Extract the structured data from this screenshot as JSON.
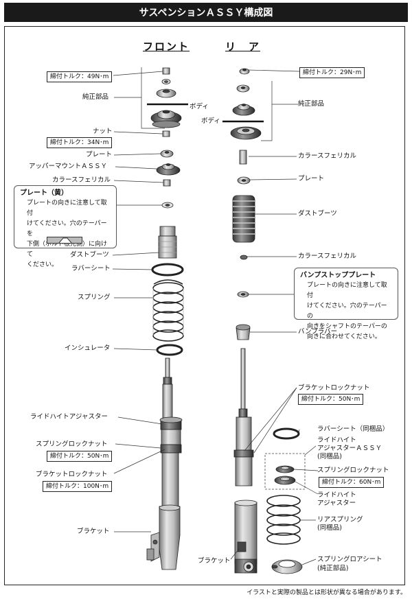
{
  "title": "サスペンションＡＳＳＹ構成図",
  "headers": {
    "front": "フロント",
    "rear": "リ　ア"
  },
  "front": {
    "torque_top": "締付トルク：49N･m",
    "genuine_parts": "純正部品",
    "body": "ボディ",
    "nut": "ナット",
    "torque_nut": "締付トルク：34N･m",
    "plate": "プレート",
    "upper_mount": "アッパーマウントＡＳＳＹ",
    "collar": "カラースフェリカル",
    "dust_boot": "ダストブーツ",
    "rubber_seat": "ラバーシート",
    "spring": "スプリング",
    "insulator": "インシュレータ",
    "ride_height_adjuster": "ライドハイトアジャスター",
    "spring_lock_nut": "スプリングロックナット",
    "torque_spring_lock": "締付トルク：50N･m",
    "bracket_lock_nut": "ブラケットロックナット",
    "torque_bracket": "締付トルク：100N･m",
    "bracket": "ブラケット"
  },
  "front_note": {
    "title": "プレート（黄）",
    "body": "プレートの向きに注意して取付\nけてください。穴のテーパーを\n下側（ボルト根元側）に向けて\nください。"
  },
  "rear": {
    "torque_top": "締付トルク：29N･m",
    "genuine_parts": "純正部品",
    "body": "ボディ",
    "collar_top": "カラースフェリカル",
    "plate": "プレート",
    "dust_boot": "ダストブーツ",
    "collar": "カラースフェリカル",
    "bump_rubber": "バンプラバー",
    "bracket_lock_nut": "ブラケットロックナット",
    "torque_bracket": "締付トルク：50N･m",
    "rubber_seat": "ラバーシート（同梱品）",
    "rh_adjuster_assy_1": "ライドハイト",
    "rh_adjuster_assy_2": "アジャスターＡＳＳＹ",
    "rh_adjuster_assy_3": "(同梱品)",
    "spring_lock_nut": "スプリングロックナット",
    "torque_spring_lock": "締付トルク：60N･m",
    "rh_adjuster_1": "ライドハイト",
    "rh_adjuster_2": "アジャスター",
    "rear_spring_1": "リアスプリング",
    "rear_spring_2": "(同梱品)",
    "bracket": "ブラケット",
    "lower_seat_1": "スプリングロアシート",
    "lower_seat_2": "(純正部品)"
  },
  "rear_note": {
    "title": "バンプストッププレート",
    "body": "プレートの向きに注意して取付\nけてください。穴のテーパーの\n向きをシャフトのテーパーの\n向きに合わせてください。"
  },
  "footer": "イラストと実際の製品とは形状が異なる場合があります。"
}
